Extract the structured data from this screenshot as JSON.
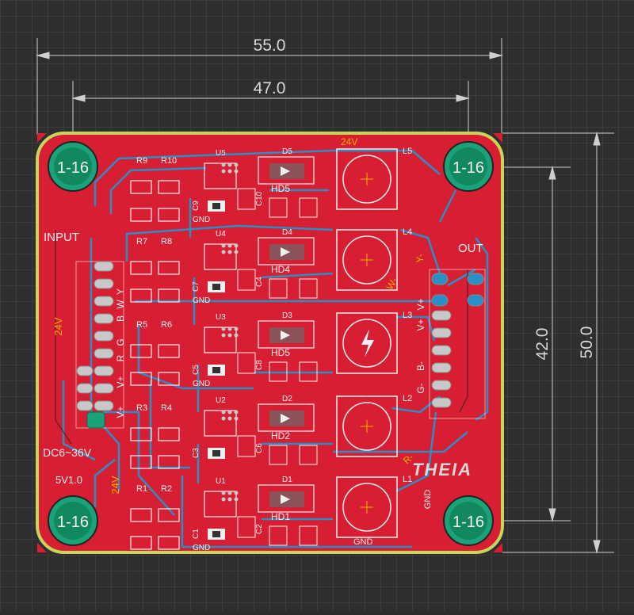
{
  "dimensions": {
    "overall_width": "55.0",
    "hole_spacing_x": "47.0",
    "hole_spacing_y": "42.0",
    "overall_height": "50.0"
  },
  "holes": [
    "1-16",
    "1-16",
    "1-16",
    "1-16"
  ],
  "labels": {
    "input": "INPUT",
    "output": "OUT",
    "voltage": "DC6~36V",
    "version": "5V1.0",
    "logo": "THEIA",
    "v24_left": "24V",
    "v24_bottom": "24V",
    "v24_top": "24V",
    "gnd_right": "GND",
    "gnd_bottom": "GND"
  },
  "input_pins": [
    "Y",
    "W",
    "B",
    "G",
    "R",
    "V+",
    "V+"
  ],
  "output_pins": [
    "Y-",
    "W-",
    "B-",
    "G-",
    "R-",
    "V+",
    "V+"
  ],
  "channels": [
    {
      "resistors": [
        "R9",
        "R10"
      ],
      "chip": "U5",
      "cap": "C9",
      "cap2": "C10",
      "diode": "D5",
      "hd": "HD5",
      "inductor": "L5",
      "gnd": "GND"
    },
    {
      "resistors": [
        "R7",
        "R8"
      ],
      "chip": "U4",
      "cap": "C7",
      "cap2": "C4",
      "diode": "D4",
      "hd": "HD4",
      "inductor": "L4",
      "gnd": "GND"
    },
    {
      "resistors": [
        "R5",
        "R6"
      ],
      "chip": "U3",
      "cap": "C5",
      "cap2": "C8",
      "diode": "D3",
      "hd": "HD5",
      "inductor": "L3",
      "gnd": "GND"
    },
    {
      "resistors": [
        "R3",
        "R4"
      ],
      "chip": "U2",
      "cap": "C3",
      "cap2": "C6",
      "diode": "D2",
      "hd": "HD2",
      "inductor": "L2",
      "gnd": ""
    },
    {
      "resistors": [
        "R1",
        "R2"
      ],
      "chip": "U1",
      "cap": "C1",
      "cap2": "C2",
      "diode": "D1",
      "hd": "HD1",
      "inductor": "L1",
      "gnd": "GND"
    }
  ],
  "colors": {
    "board": "#d81e32",
    "copper_trace": "#2a8fc6",
    "outline": "#c8d45a",
    "silkscreen": "#f0f0f0",
    "pad": "#c8c8c8",
    "hole_ring": "#1aa37a",
    "net_label": "#e8b400"
  }
}
